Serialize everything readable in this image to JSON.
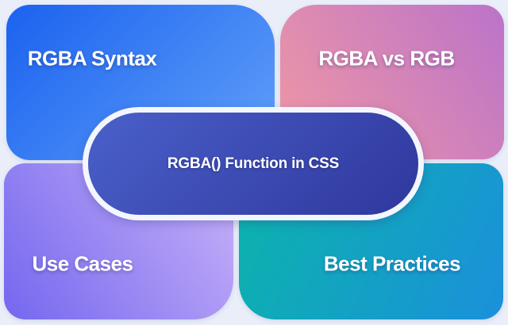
{
  "diagram": {
    "title": "RGBA() Function in CSS",
    "colors": {
      "background": "#e9eef9",
      "pill_ring": "#f3f6fd",
      "label_text": "#ffffff"
    },
    "center": {
      "label": "RGBA() Function in CSS",
      "gradient": {
        "angle": "135deg",
        "from": "#4a60ca",
        "to": "#2f379c"
      }
    },
    "nodes": [
      {
        "id": "rgba-syntax",
        "label": "RGBA Syntax",
        "position": "top-left",
        "gradient": {
          "angle": "135deg",
          "from": "#1b62ef",
          "to": "#61a0f9"
        }
      },
      {
        "id": "rgba-vs-rgb",
        "label": "RGBA vs RGB",
        "position": "top-right",
        "gradient": {
          "angle": "56deg",
          "from": "#f098a4",
          "to": "#bb73c9"
        }
      },
      {
        "id": "use-cases",
        "label": "Use Cases",
        "position": "bottom-left",
        "gradient": {
          "angle": "56deg",
          "from": "#7467ef",
          "to": "#c9b2f8"
        }
      },
      {
        "id": "best-practices",
        "label": "Best Practices",
        "position": "bottom-right",
        "gradient": {
          "angle": "115deg",
          "from": "#0bb4aa",
          "to": "#1b90db"
        }
      }
    ]
  }
}
